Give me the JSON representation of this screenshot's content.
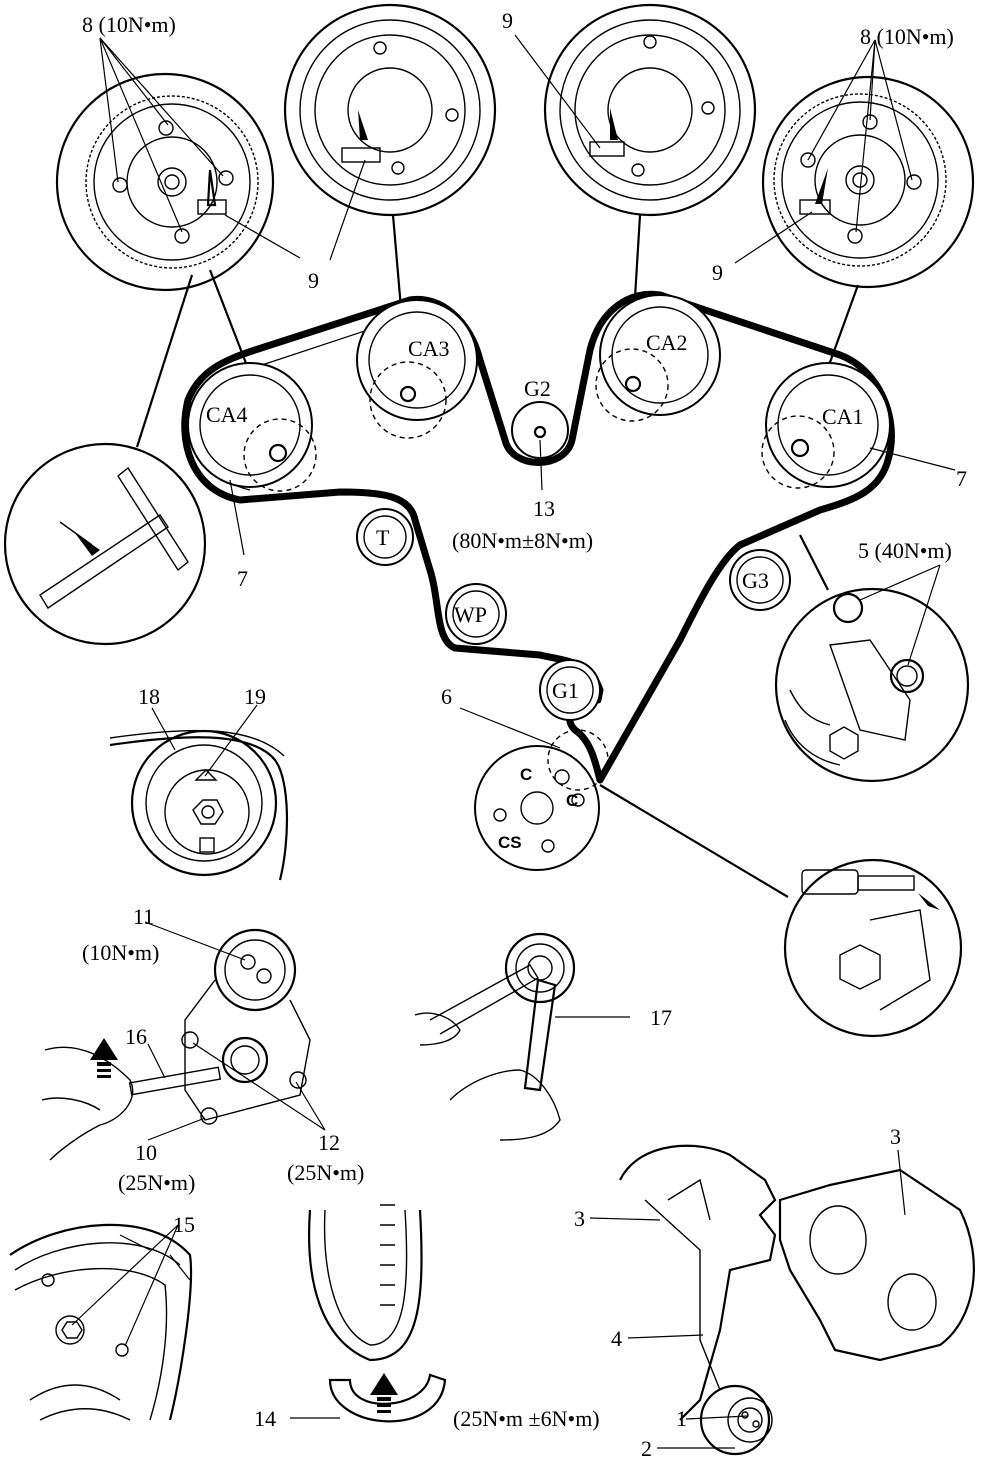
{
  "labels": {
    "l8a": "8 (10N•m)",
    "l8b": "8 (10N•m)",
    "l9a": "9",
    "l9b": "9",
    "l9c": "9",
    "l7a": "7",
    "l7b": "7",
    "l13": "13",
    "l13t": "(80N•m±8N•m)",
    "l5": "5 (40N•m)",
    "l6": "6",
    "l18": "18",
    "l19": "19",
    "l11": "11",
    "l11t": "(10N•m)",
    "l16": "16",
    "l10": "10",
    "l10t": "(25N•m)",
    "l12": "12",
    "l12t": "(25N•m)",
    "l17": "17",
    "l15": "15",
    "l14": "14",
    "l14t": "(25N•m ±6N•m)",
    "l1": "1",
    "l2": "2",
    "l3a": "3",
    "l3b": "3",
    "l4": "4"
  },
  "pulleys": {
    "ca1": "CA1",
    "ca2": "CA2",
    "ca3": "CA3",
    "ca4": "CA4",
    "g1": "G1",
    "g2": "G2",
    "g3": "G3",
    "t": "T",
    "wp": "WP",
    "cs": "CS",
    "c1": "C",
    "c2": "C"
  }
}
